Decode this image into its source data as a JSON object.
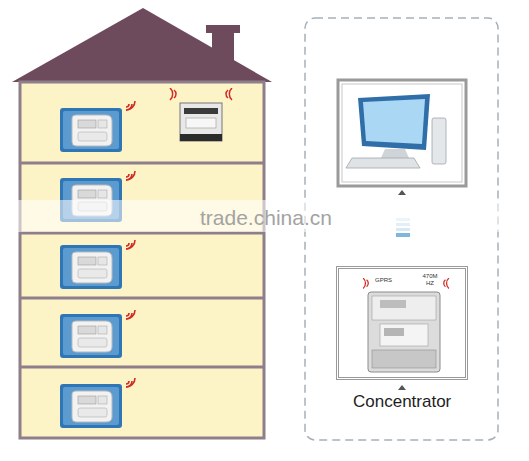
{
  "diagram": {
    "nodes": [
      {
        "text": [
          "Concentrator"
        ]
      }
    ],
    "labels": [
      "GPRS",
      "470M HZ",
      "trade.china.cn"
    ]
  }
}
